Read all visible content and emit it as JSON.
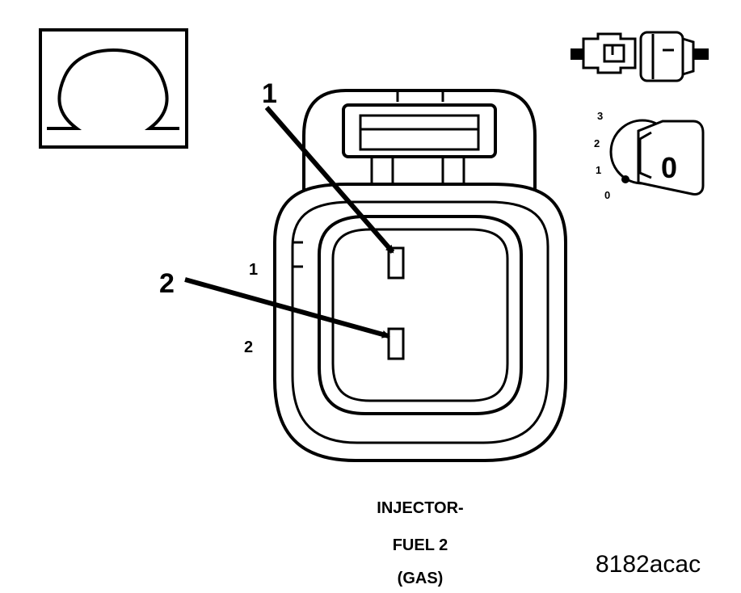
{
  "symbols": {
    "ohm": "ohmmeter-icon",
    "disconnected": "connector-disconnected-icon",
    "ignition": "ignition-key-off-icon"
  },
  "ignition_positions": [
    "3",
    "2",
    "1",
    "0"
  ],
  "ignition_key_label": "0",
  "callouts": [
    {
      "number": "1",
      "target": "terminal 1"
    },
    {
      "number": "2",
      "target": "terminal 2"
    }
  ],
  "pin_labels": [
    "1",
    "2"
  ],
  "caption": [
    "INJECTOR-",
    "FUEL 2",
    "(GAS)"
  ],
  "figure_id": "8182acac",
  "colors": {
    "ink": "#000000",
    "background": "#ffffff"
  }
}
